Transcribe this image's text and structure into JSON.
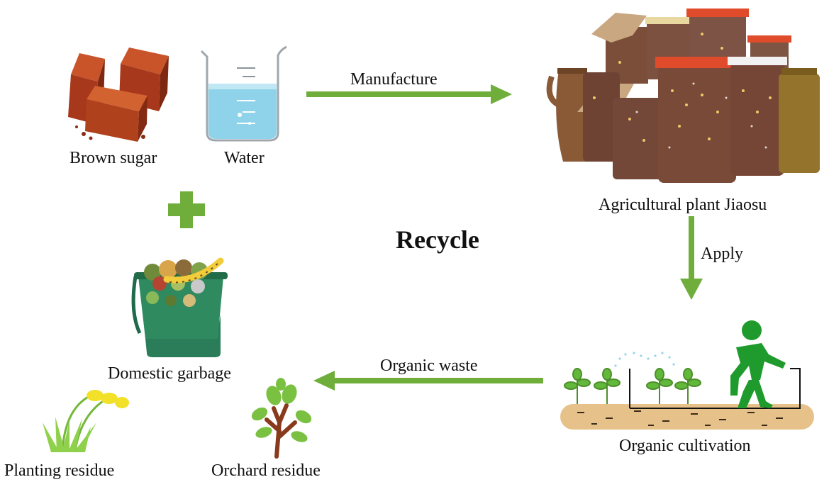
{
  "title": "Recycle",
  "colors": {
    "arrow": "#6fae3a",
    "plus": "#6fae3a",
    "figure": "#1e9b2c",
    "soil": "#e6c28a"
  },
  "inputs": {
    "brown_sugar": "Brown sugar",
    "water": "Water"
  },
  "product": {
    "label": "Agricultural plant Jiaosu"
  },
  "steps": {
    "manufacture": "Manufacture",
    "apply": "Apply",
    "organic_waste": "Organic waste"
  },
  "cultivation": {
    "label": "Organic cultivation"
  },
  "garbage": {
    "label": "Domestic garbage"
  },
  "residues": {
    "planting": "Planting residue",
    "orchard": "Orchard residue"
  },
  "icons": [
    "brown-sugar-icon",
    "beaker-icon",
    "plus-icon",
    "jiaosu-jars-icon",
    "cultivation-icon",
    "garbage-bin-icon",
    "grass-flower-icon",
    "tree-icon"
  ]
}
